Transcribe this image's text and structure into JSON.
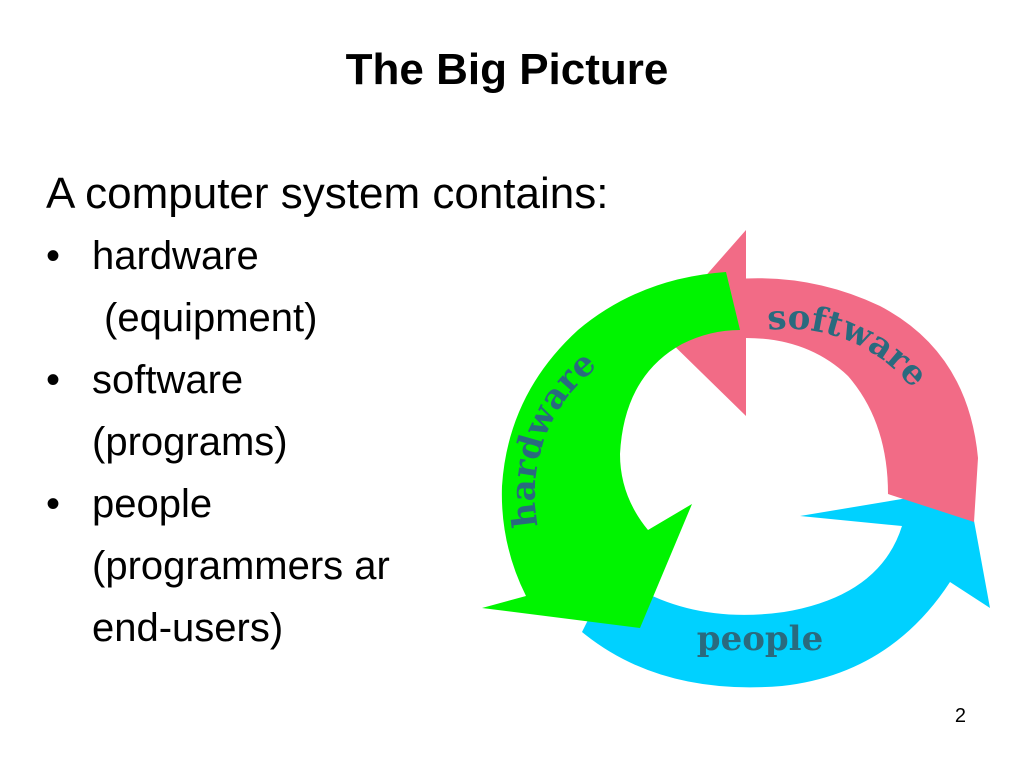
{
  "slide": {
    "title": "The Big Picture",
    "intro": "A computer system contains:",
    "bullets": [
      {
        "term": "hardware",
        "detail": "(equipment)"
      },
      {
        "term": "software",
        "detail": "(programs)"
      },
      {
        "term": "people",
        "detail_line1": "(programmers ar",
        "detail_line2": "end-users)"
      }
    ],
    "bullet_symbol": "•",
    "page_number": "2"
  },
  "diagram": {
    "labels": {
      "hardware": "hardware",
      "software": "software",
      "people": "people"
    },
    "colors": {
      "hardware_arrow": "#00f400",
      "software_arrow": "#f26b86",
      "people_arrow": "#00d1ff",
      "label_text": "#2a6a7e"
    }
  }
}
